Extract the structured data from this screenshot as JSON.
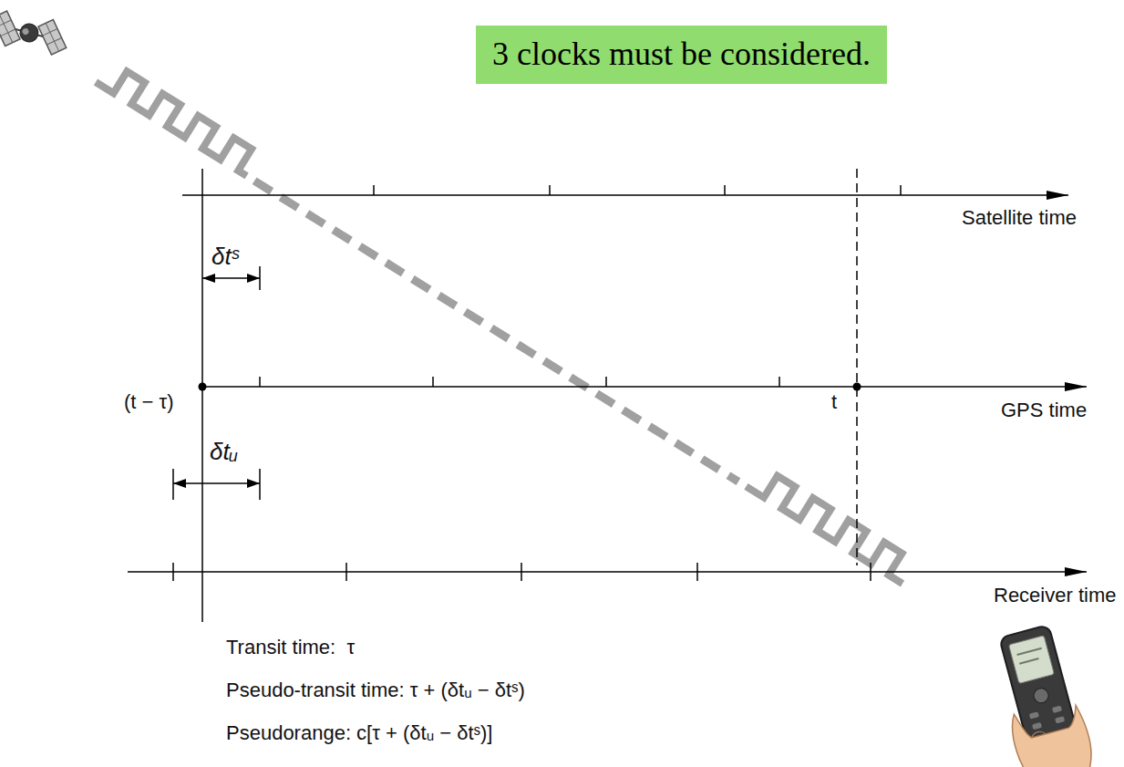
{
  "diagram": {
    "nodes": [
      {
        "text": [
          "3 clocks must be considered."
        ]
      }
    ],
    "labels": [
      "Satellite time",
      "δtˢ",
      "(t − τ)",
      "t",
      "GPS time",
      "δtᵤ",
      "Receiver time",
      "Transit time:  τ",
      "Pseudo-transit time: τ + (δtᵤ − δtˢ)",
      "Pseudorange: c[τ + (δtᵤ − δtˢ)]"
    ]
  }
}
